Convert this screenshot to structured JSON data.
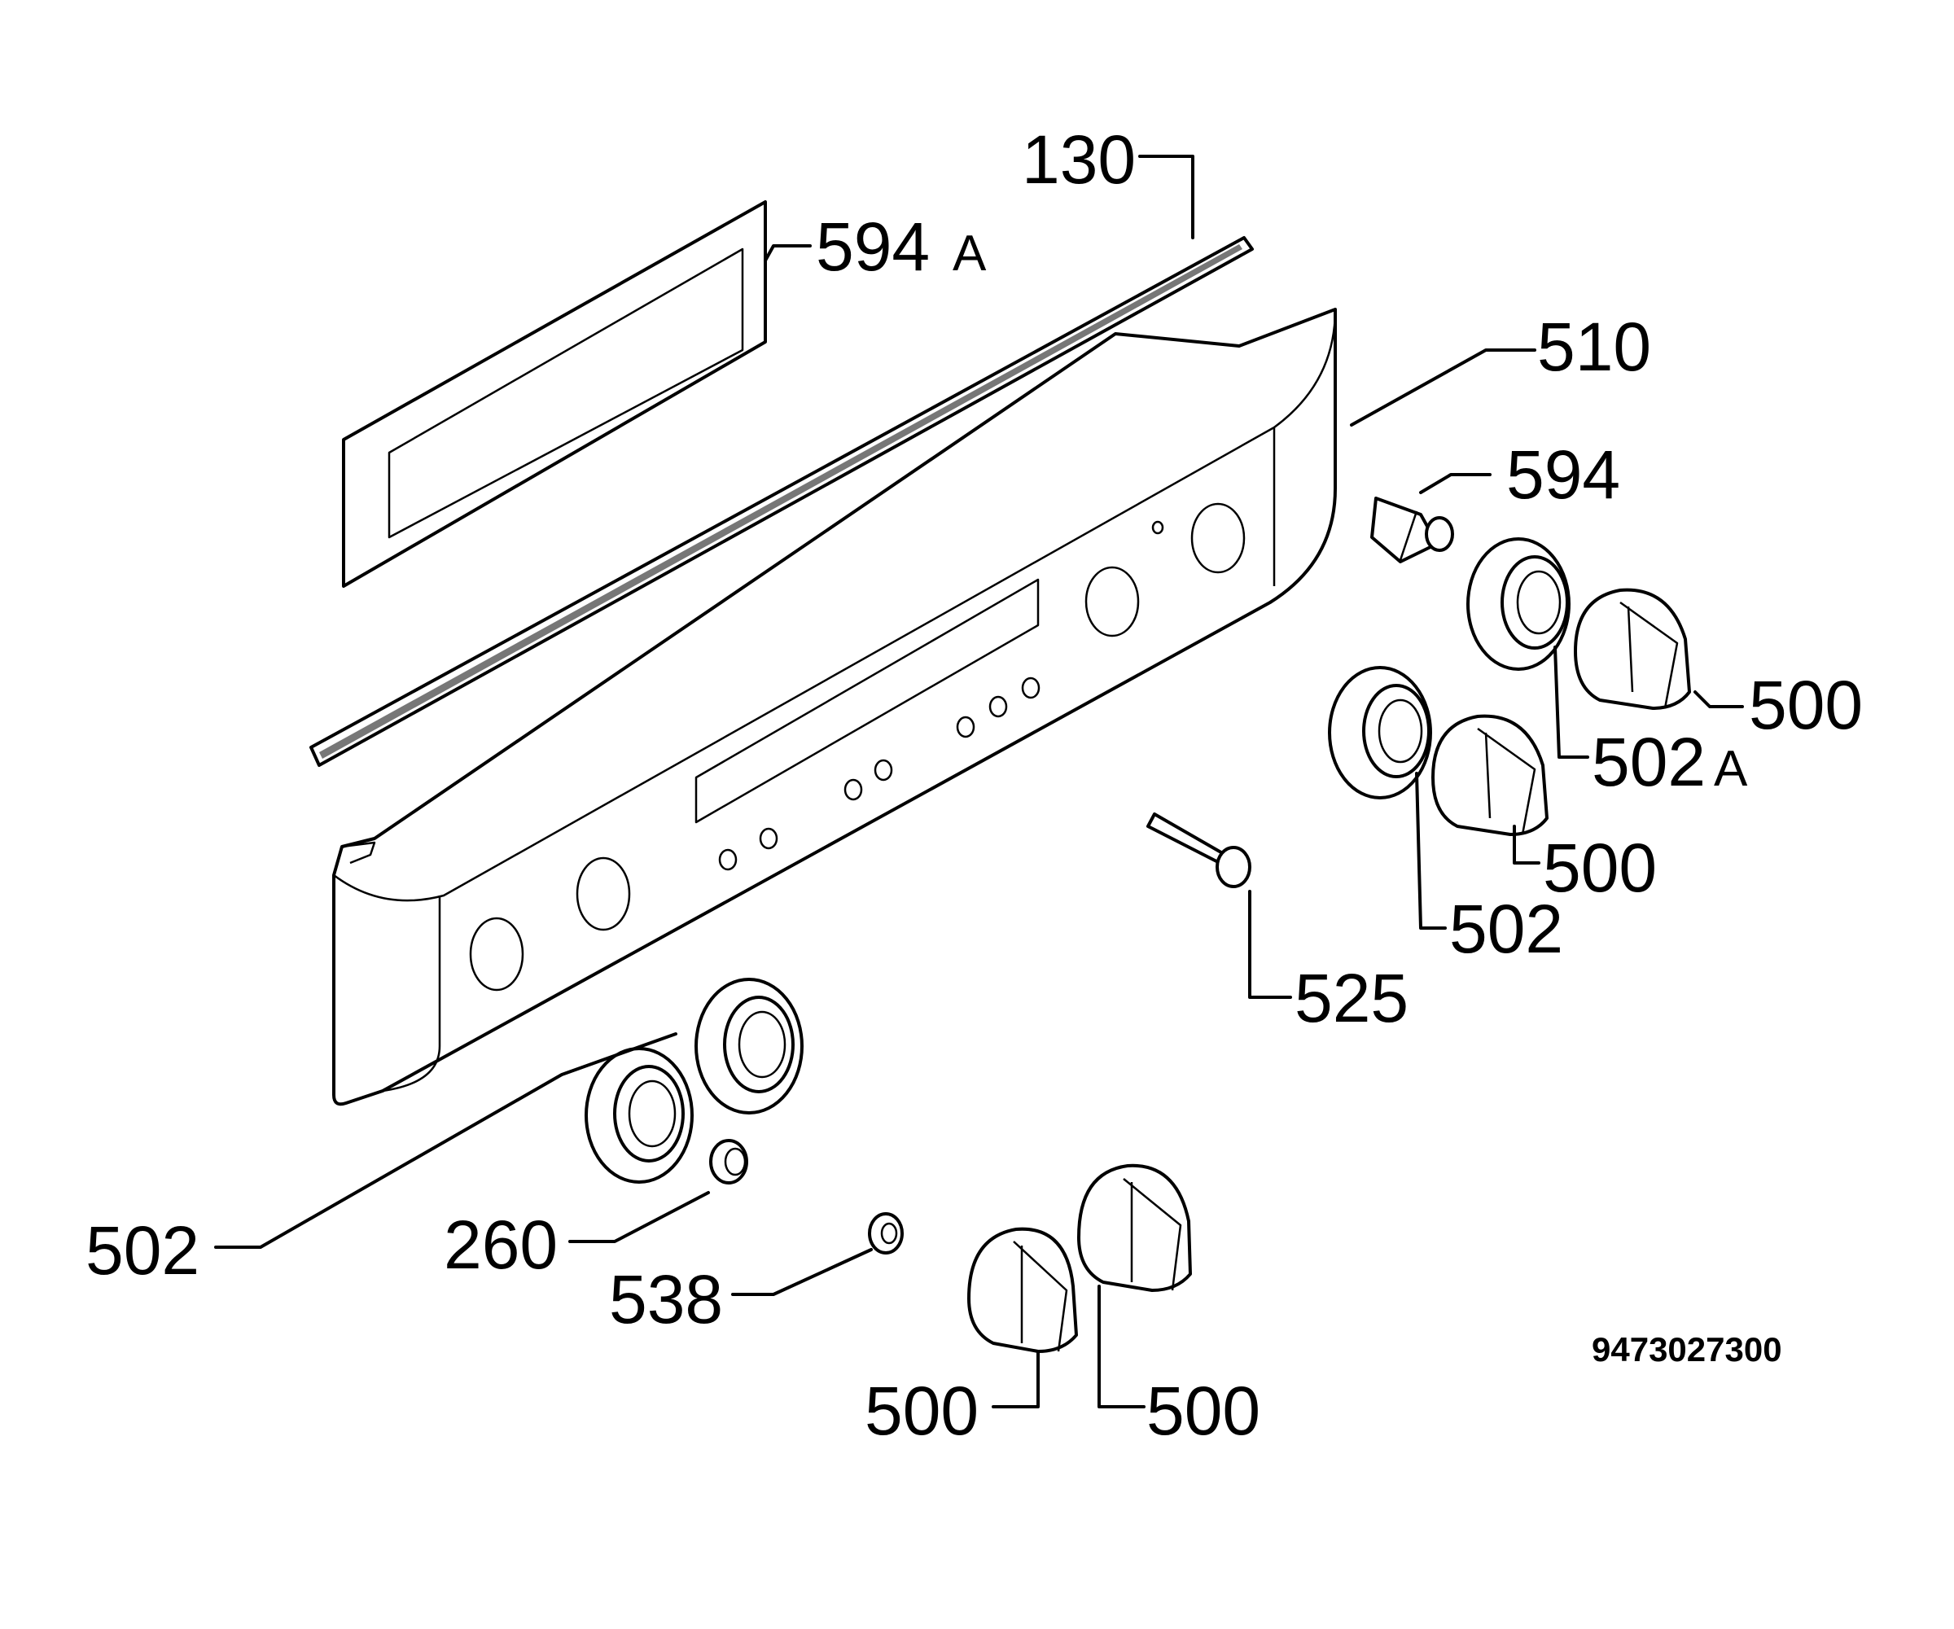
{
  "labels": {
    "p130": "130",
    "p594a": "594",
    "p594a_suffix": "A",
    "p510": "510",
    "p594": "594",
    "p500_r1": "500",
    "p502a": "502",
    "p502a_suffix": "A",
    "p500_r2": "500",
    "p502_r": "502",
    "p525": "525",
    "p502_l": "502",
    "p260": "260",
    "p538": "538",
    "p500_b1": "500",
    "p500_b2": "500"
  },
  "drawing_code": "9473027300"
}
